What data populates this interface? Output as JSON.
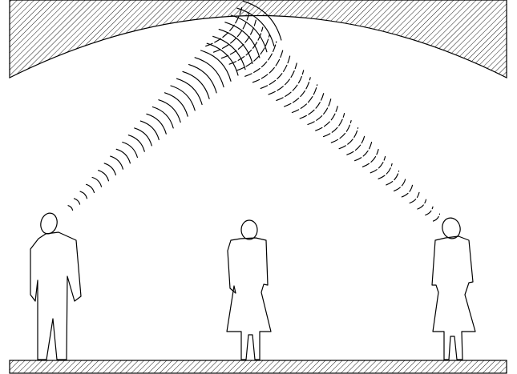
{
  "figure": {
    "type": "whispering-gallery illustration",
    "elements": [
      "vaulted-ceiling",
      "floor",
      "speaker-person",
      "middle-person",
      "listener-person",
      "sound-waves-up",
      "sound-waves-down"
    ],
    "colors": {
      "ink": "#000000",
      "paper": "#ffffff"
    }
  }
}
